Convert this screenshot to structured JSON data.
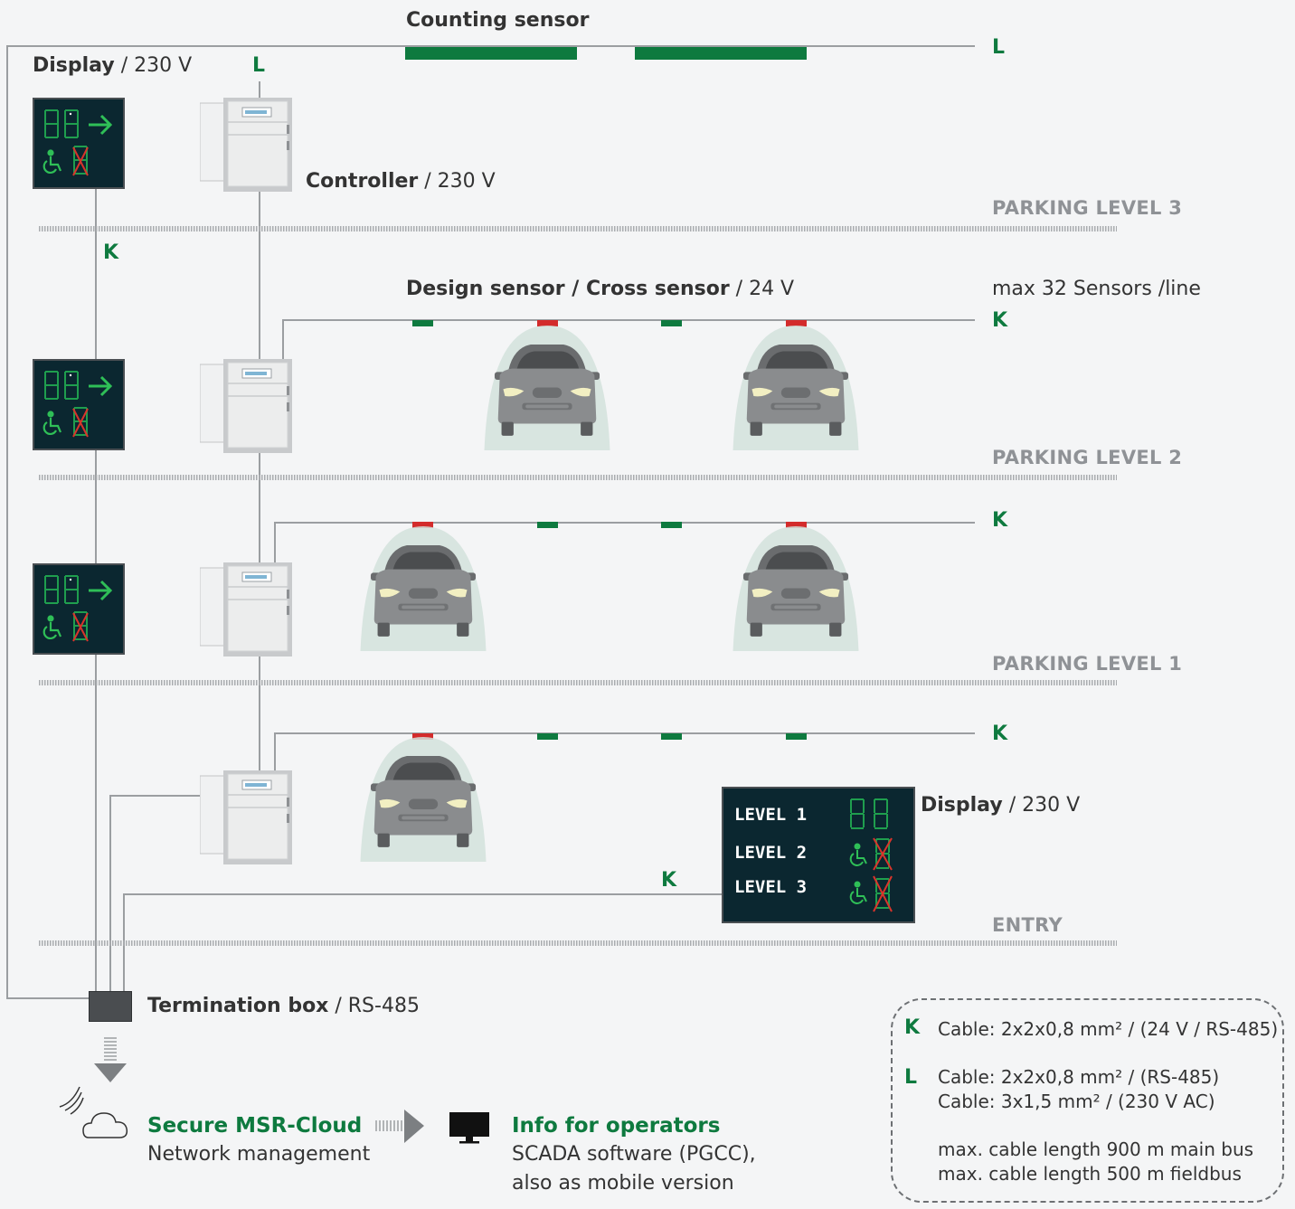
{
  "top": {
    "counting_sensor": "Counting sensor"
  },
  "display_top": {
    "name": "Display",
    "spec": " / 230 V"
  },
  "controller": {
    "name": "Controller",
    "spec": " / 230 V"
  },
  "design_sensor": {
    "name": "Design sensor / Cross sensor",
    "spec": " / 24 V"
  },
  "max_sensors": "max 32 Sensors /line",
  "display_entry": {
    "name": "Display",
    "spec": " / 230 V",
    "rows": [
      "LEVEL 1",
      "LEVEL 2",
      "LEVEL 3"
    ]
  },
  "termination": {
    "name": "Termination box",
    "spec": " / RS-485"
  },
  "levels": [
    "PARKING LEVEL 3",
    "PARKING LEVEL 2",
    "PARKING LEVEL 1",
    "ENTRY"
  ],
  "line_marks": {
    "L": "L",
    "K": "K"
  },
  "cloud": {
    "title": "Secure  MSR-Cloud",
    "subtitle": "Network management"
  },
  "operators": {
    "title": "Info for operators",
    "line1": "SCADA software (PGCC),",
    "line2": "also as mobile version"
  },
  "legend": {
    "k_key": "K",
    "k_text": "Cable: 2x2x0,8 mm² / (24 V / RS-485)",
    "l_key": "L",
    "l_text1": "Cable: 2x2x0,8 mm² / (RS-485)",
    "l_text2": "Cable: 3x1,5 mm² / (230 V AC)",
    "note1": "max. cable length 900 m main bus",
    "note2": "max. cable length 500 m fieldbus"
  },
  "colors": {
    "green": "#0e7a3f",
    "red": "#d32b2b",
    "panel": "#0b2730",
    "line": "#9b9ea1"
  }
}
